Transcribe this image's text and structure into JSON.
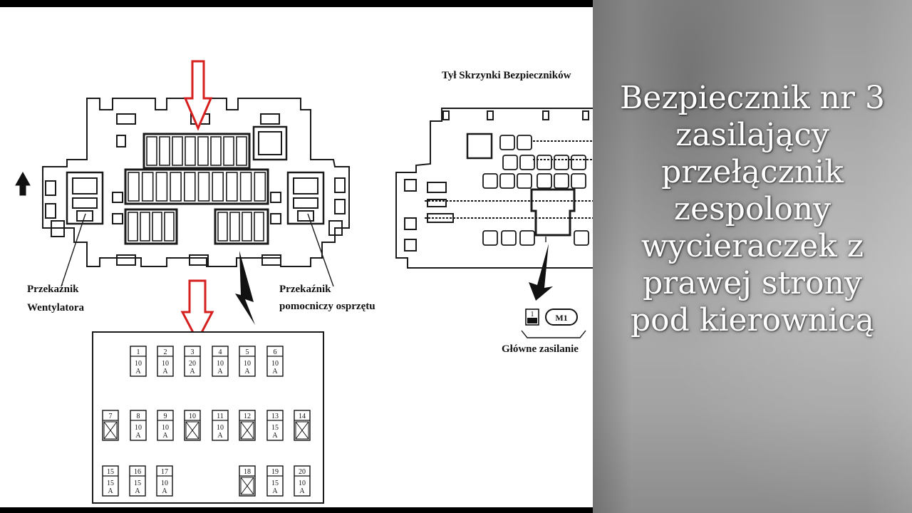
{
  "caption": {
    "text": "Bezpiecznik nr 3 zasilający przełącznik zespolony wycieraczek z prawej strony pod kierownicą"
  },
  "labels": {
    "left_relay_line1": "Przekaźnik",
    "left_relay_line2": "Wentylatora",
    "right_relay_line1": "Przekaźnik",
    "right_relay_line2": "pomocniczy osprzętu",
    "back_title": "Tył Skrzynki Bezpieczników",
    "main_power": "Główne zasilanie",
    "main_fuse_number": "1",
    "main_fuse_code": "M1"
  },
  "fuses_row1": [
    {
      "n": "1",
      "amp": "10",
      "unit": "A"
    },
    {
      "n": "2",
      "amp": "10",
      "unit": "A"
    },
    {
      "n": "3",
      "amp": "20",
      "unit": "A"
    },
    {
      "n": "4",
      "amp": "10",
      "unit": "A"
    },
    {
      "n": "5",
      "amp": "10",
      "unit": "A"
    },
    {
      "n": "6",
      "amp": "10",
      "unit": "A"
    }
  ],
  "fuses_row2": [
    {
      "n": "7",
      "amp": "",
      "unit": "",
      "empty": true
    },
    {
      "n": "8",
      "amp": "10",
      "unit": "A"
    },
    {
      "n": "9",
      "amp": "10",
      "unit": "A"
    },
    {
      "n": "10",
      "amp": "",
      "unit": "",
      "empty": true
    },
    {
      "n": "11",
      "amp": "10",
      "unit": "A"
    },
    {
      "n": "12",
      "amp": "",
      "unit": "",
      "empty": true
    },
    {
      "n": "13",
      "amp": "15",
      "unit": "A"
    },
    {
      "n": "14",
      "amp": "",
      "unit": "",
      "empty": true
    }
  ],
  "fuses_row3": [
    {
      "n": "15",
      "amp": "15",
      "unit": "A"
    },
    {
      "n": "16",
      "amp": "15",
      "unit": "A"
    },
    {
      "n": "17",
      "amp": "10",
      "unit": "A"
    },
    {
      "n": "18",
      "amp": "",
      "unit": "",
      "empty": true
    },
    {
      "n": "19",
      "amp": "15",
      "unit": "A"
    },
    {
      "n": "20",
      "amp": "10",
      "unit": "A"
    }
  ],
  "colors": {
    "highlight_arrow": "#d61f1f",
    "line": "#1a1a1a",
    "panel_bg": "#ffffff"
  }
}
